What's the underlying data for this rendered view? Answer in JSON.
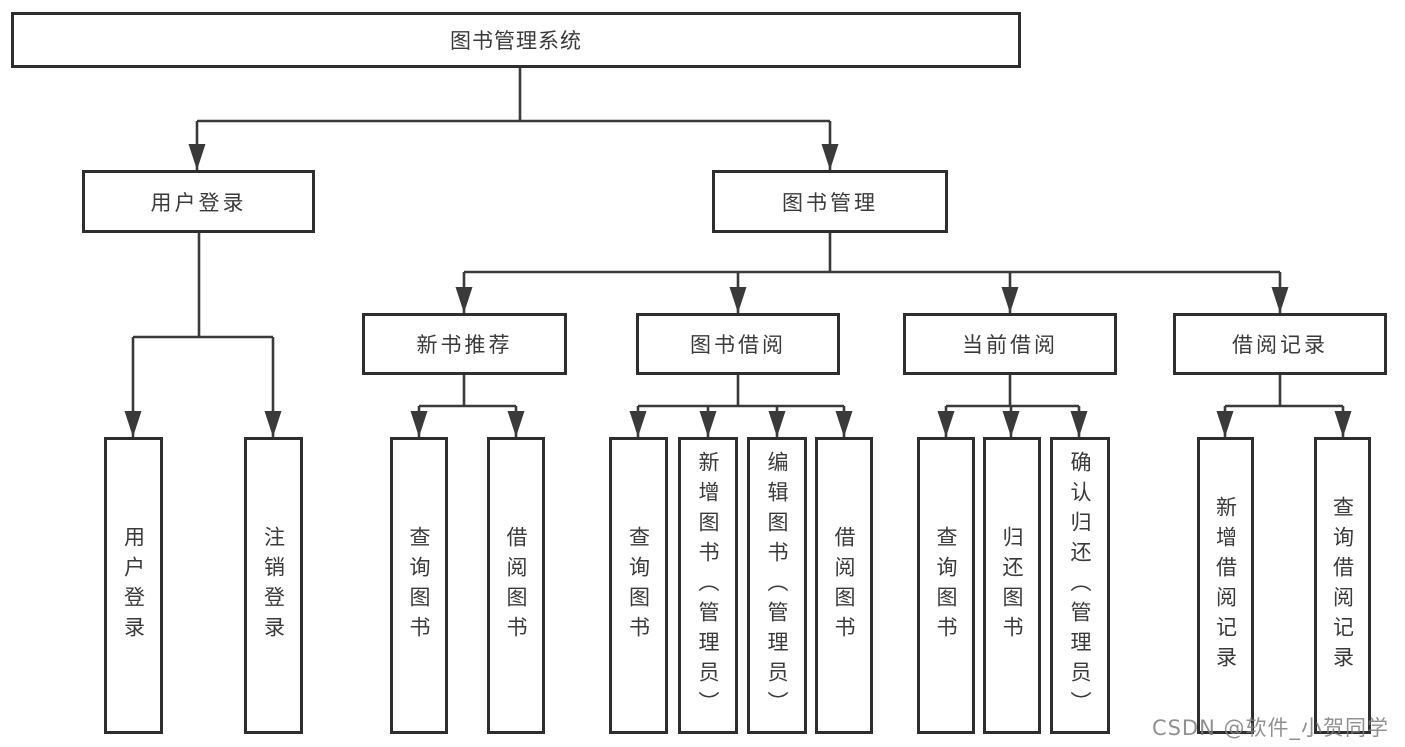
{
  "diagram": {
    "root": {
      "label": "图书管理系统"
    },
    "level2": [
      {
        "label": "用户登录",
        "children": [
          {
            "label": "用户登录"
          },
          {
            "label": "注销登录"
          }
        ]
      },
      {
        "label": "图书管理",
        "children": [
          {
            "label": "新书推荐",
            "children": [
              {
                "label": "查询图书"
              },
              {
                "label": "借阅图书"
              }
            ]
          },
          {
            "label": "图书借阅",
            "children": [
              {
                "label": "查询图书"
              },
              {
                "label": "新增图书（管理员）"
              },
              {
                "label": "编辑图书（管理员）"
              },
              {
                "label": "借阅图书"
              }
            ]
          },
          {
            "label": "当前借阅",
            "children": [
              {
                "label": "查询图书"
              },
              {
                "label": "归还图书"
              },
              {
                "label": "确认归还（管理员）"
              }
            ]
          },
          {
            "label": "借阅记录",
            "children": [
              {
                "label": "新增借阅记录"
              },
              {
                "label": "查询借阅记录"
              }
            ]
          }
        ]
      }
    ]
  },
  "watermark": {
    "text": "CSDN @软件_小贺同学"
  },
  "colors": {
    "line": "#3a3a3a",
    "box_border": "#2e2e2e",
    "text": "#3a3a3a",
    "watermark": "#7d7d7d",
    "background": "#ffffff"
  }
}
